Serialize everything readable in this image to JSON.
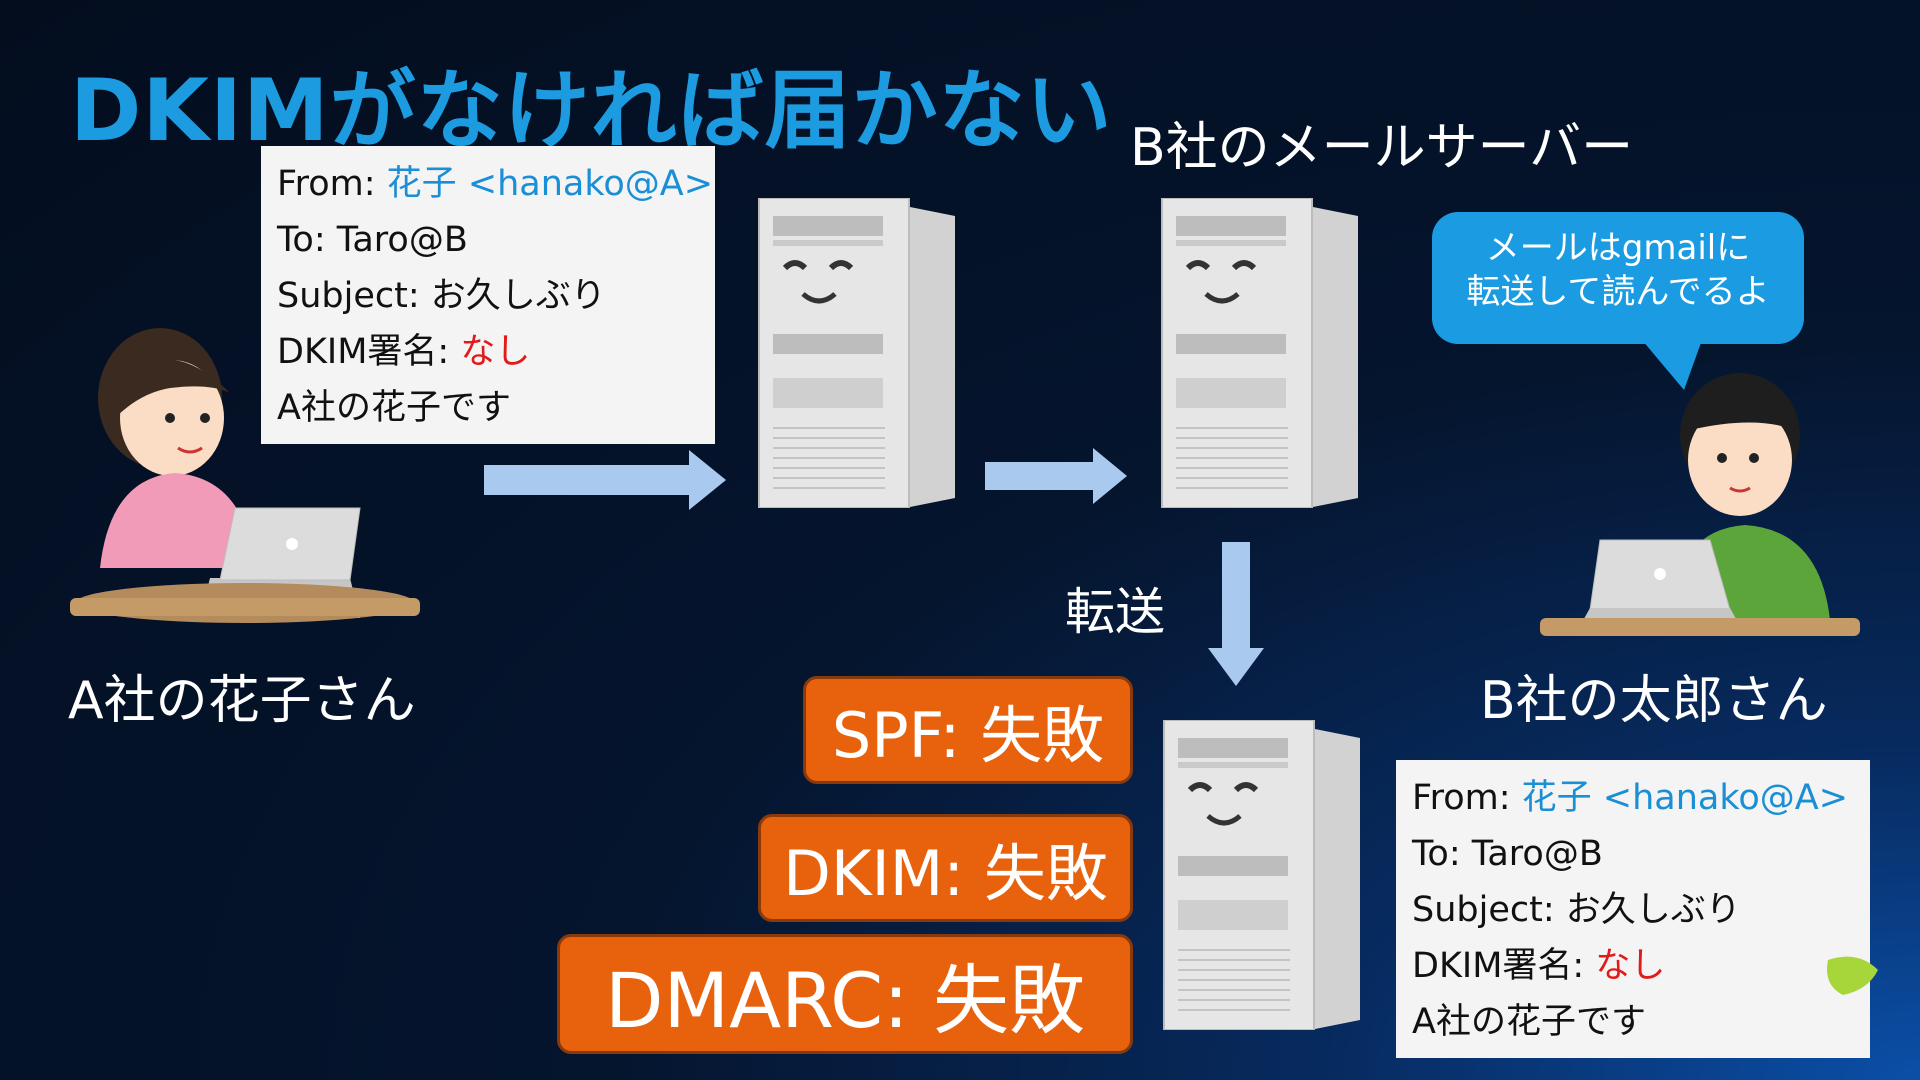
{
  "title": "DKIMがなければ届かない",
  "labels": {
    "a_person": "A社の花子さん",
    "b_server": "B社のメールサーバー",
    "b_person": "B社の太郎さん",
    "forward": "転送"
  },
  "bubble": {
    "line1": "メールはgmailに",
    "line2": "転送して読んでるよ"
  },
  "email": {
    "from_label": "From: ",
    "from_value": "花子 <hanako@A>",
    "to": "To: Taro@B",
    "subject": "Subject: お久しぶり",
    "dkim_label": "DKIM署名: ",
    "dkim_value": "なし",
    "body": "A社の花子です"
  },
  "results": {
    "spf": "SPF: 失敗",
    "dkim": "DKIM: 失敗",
    "dmarc": "DMARC: 失敗"
  },
  "colors": {
    "title": "#1d9be0",
    "fail_box": "#e8620e",
    "arrow": "#a9c9ef",
    "highlight": "#1a8fd6",
    "red": "#e11b1b"
  }
}
